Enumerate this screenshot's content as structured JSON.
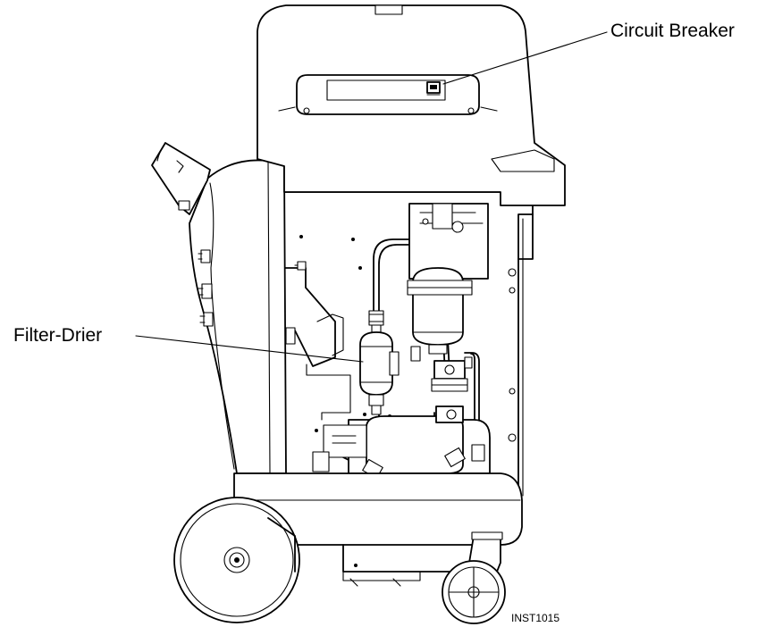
{
  "figure": {
    "labels": {
      "circuit_breaker": "Circuit Breaker",
      "filter_drier": "Filter-Drier",
      "figure_id": "INST1015"
    }
  }
}
